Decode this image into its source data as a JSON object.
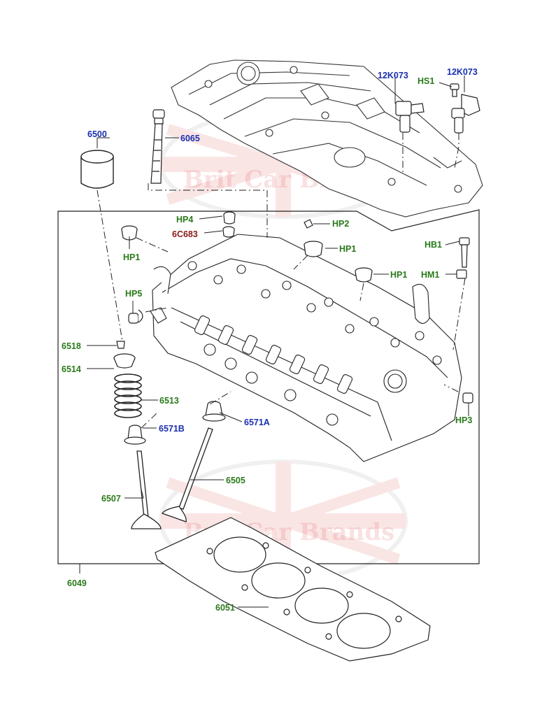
{
  "watermark": {
    "text": "Brit Car Brands",
    "color": "#d33",
    "flag_blue": "#2d5aa8"
  },
  "colors": {
    "green": "#2a7a1a",
    "blue": "#1a2fb0",
    "red": "#8a1a1a",
    "line": "#222222"
  },
  "callouts": {
    "l6500": "6500",
    "l6065": "6065",
    "l12k073a": "12K073",
    "lhs1": "HS1",
    "l12k073b": "12K073",
    "lhp4": "HP4",
    "l6c683": "6C683",
    "lhp2": "HP2",
    "lhp1a": "HP1",
    "lhp1b": "HP1",
    "lhp1c": "HP1",
    "lhb1": "HB1",
    "lhm1": "HM1",
    "lhp5": "HP5",
    "l6518": "6518",
    "l6514": "6514",
    "l6513": "6513",
    "l6571b": "6571B",
    "l6571a": "6571A",
    "l6505": "6505",
    "l6507": "6507",
    "lhp3": "HP3",
    "l6049": "6049",
    "l6051": "6051"
  }
}
